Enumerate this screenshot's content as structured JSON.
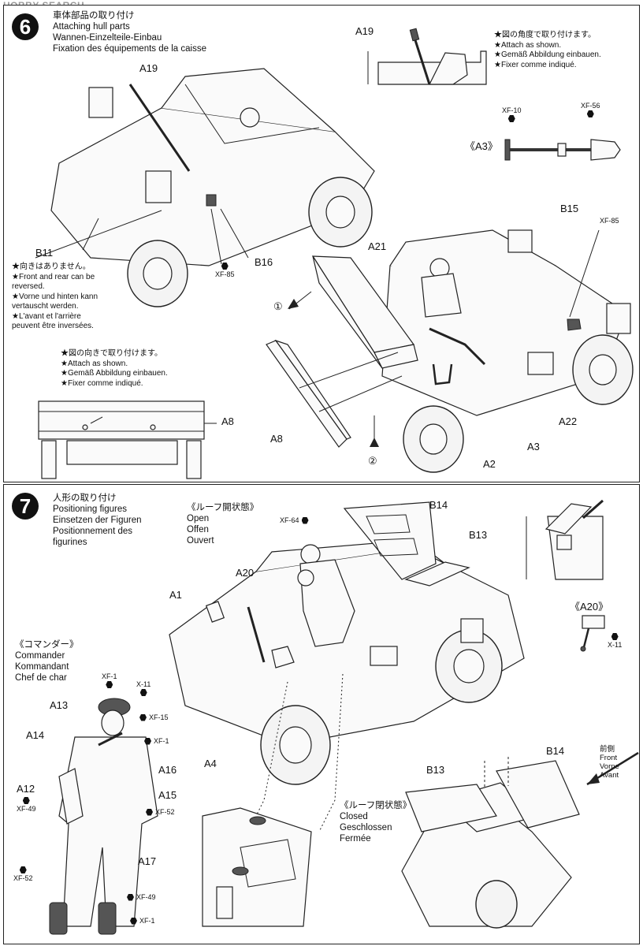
{
  "watermark": "HOBBY SEARCH",
  "step6": {
    "number": "6",
    "title_lines": [
      "車体部品の取り付け",
      "Attaching hull parts",
      "Wannen-Einzelteile-Einbau",
      "Fixation des équipements de la caisse"
    ],
    "note_angle": [
      "★図の角度で取り付けます。",
      "★Attach as shown.",
      "★Gemäß Abbildung einbauen.",
      "★Fixer comme indiqué."
    ],
    "note_reverse": [
      "★向きはありません。",
      "★Front and rear can be",
      "reversed.",
      "★Vorne und hinten kann",
      "vertauscht werden.",
      "★L'avant et l'arrière",
      "peuvent être inversées."
    ],
    "note_direction": [
      "★図の向きで取り付けます。",
      "★Attach as shown.",
      "★Gemäß Abbildung einbauen.",
      "★Fixer comme indiqué."
    ],
    "sub_a3": "《A3》",
    "labels": {
      "a19_top": "A19",
      "a19_inset": "A19",
      "b11": "B11",
      "b16": "B16",
      "a21": "A21",
      "b15": "B15",
      "a8_left": "A8",
      "a8_bottom": "A8",
      "a3": "A3",
      "a2": "A2",
      "a22": "A22",
      "circ1": "①",
      "circ2": "②"
    },
    "paints": {
      "xf10": "XF-10",
      "xf56": "XF-56",
      "xf85_a": "XF-85",
      "xf85_b": "XF-85"
    }
  },
  "step7": {
    "number": "7",
    "title_lines": [
      "人形の取り付け",
      "Positioning figures",
      "Einsetzen der Figuren",
      "Positionnement des",
      "figurines"
    ],
    "open_lines": [
      "《ルーフ開状態》",
      "Open",
      "Offen",
      "Ouvert"
    ],
    "closed_lines": [
      "《ルーフ閉状態》",
      "Closed",
      "Geschlossen",
      "Fermée"
    ],
    "commander_lines": [
      "《コマンダー》",
      "Commander",
      "Kommandant",
      "Chef de char"
    ],
    "front_lines": [
      "前側",
      "Front",
      "Vorne",
      "Avant"
    ],
    "sub_a20": "《A20》",
    "labels": {
      "b14_top": "B14",
      "b13_top": "B13",
      "a20": "A20",
      "a1": "A1",
      "a4": "A4",
      "a13": "A13",
      "a14": "A14",
      "a12": "A12",
      "a16": "A16",
      "a15": "A15",
      "a17": "A17",
      "b13_bottom": "B13",
      "b14_bottom": "B14"
    },
    "paints": {
      "xf64": "XF-64",
      "x11_a20": "X-11",
      "xf1_head": "XF-1",
      "x11_head": "X-11",
      "xf15": "XF-15",
      "xf1_mic": "XF-1",
      "xf49_a12": "XF-49",
      "xf52_a15": "XF-52",
      "xf52_boot": "XF-52",
      "xf49_boot": "XF-49",
      "xf1_boot": "XF-1"
    }
  }
}
